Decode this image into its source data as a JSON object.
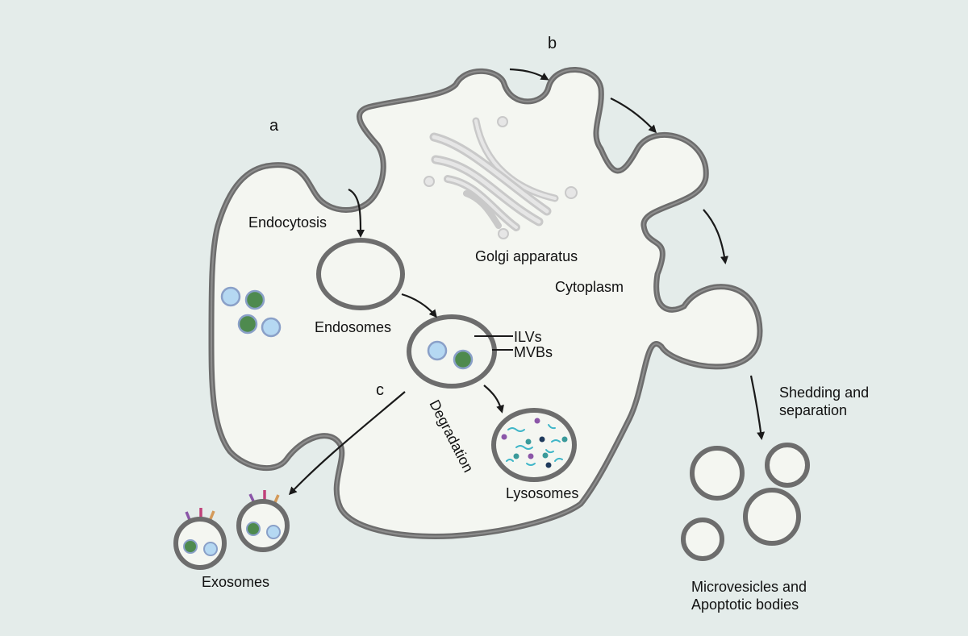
{
  "labels": {
    "a": "a",
    "b": "b",
    "c": "c",
    "endocytosis": "Endocytosis",
    "endosomes": "Endosomes",
    "golgi": "Golgi apparatus",
    "cytoplasm": "Cytoplasm",
    "ilvs": "ILVs",
    "mvbs": "MVBs",
    "degradation": "Degradation",
    "lysosomes": "Lysosomes",
    "exosomes": "Exosomes",
    "shedding_line1": "Shedding and",
    "shedding_line2": "separation",
    "microvesicles_line1": "Microvesicles and",
    "microvesicles_line2": "Apoptotic bodies"
  },
  "colors": {
    "background": "#e4ecea",
    "cell_fill": "#f4f6f1",
    "membrane": "#6d6d6d",
    "golgi": "#c9c9c9",
    "ilv_light": "#b5d8f2",
    "ilv_dark": "#4e8a4e",
    "ilv_ring": "#8aa0c8",
    "protein_purple": "#8b56a8",
    "protein_pink": "#c0417a",
    "protein_orange": "#d49a5a",
    "arrow": "#1a1a1a"
  }
}
